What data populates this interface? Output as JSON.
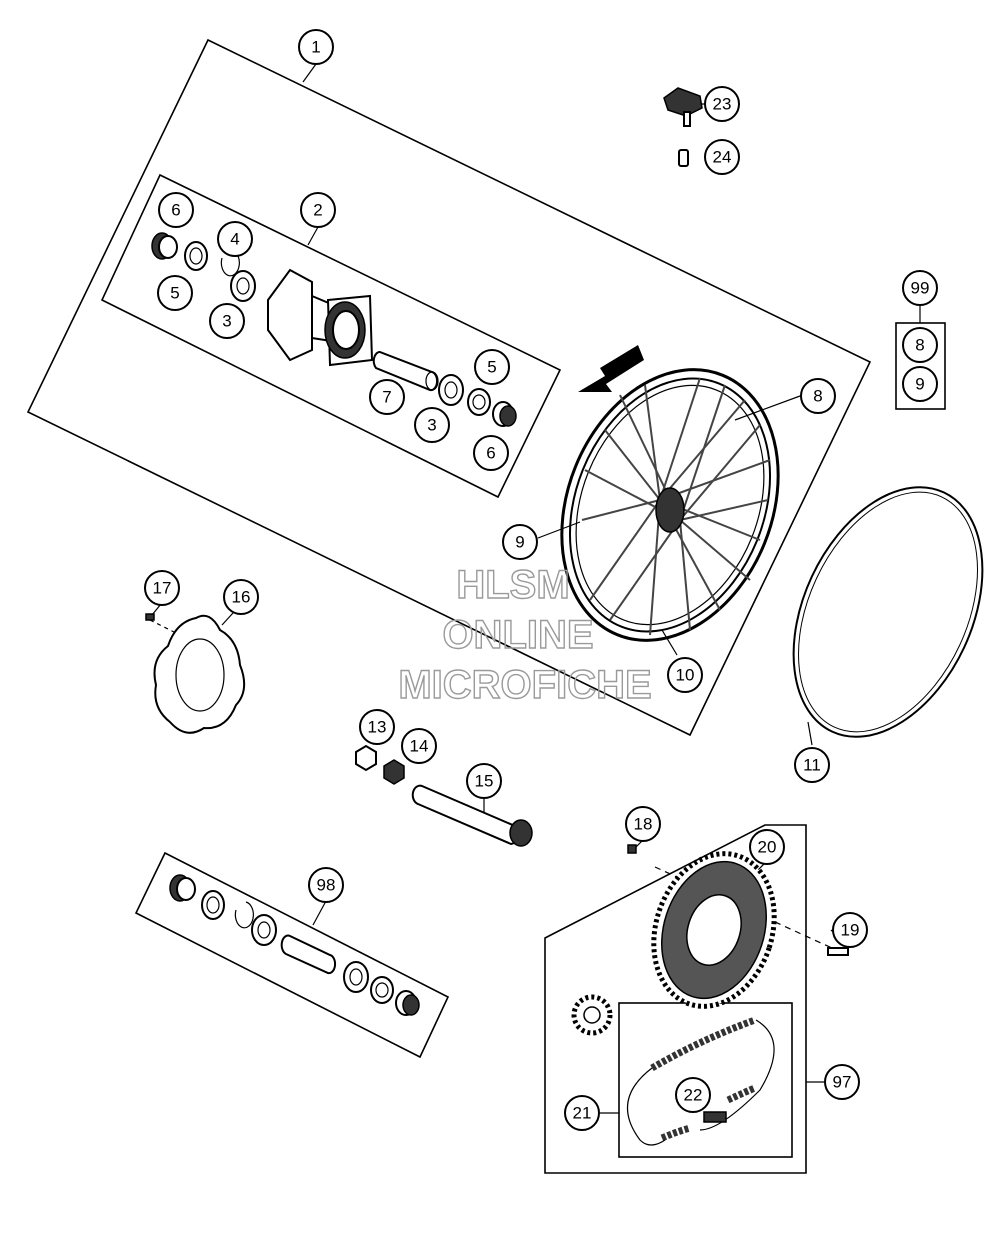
{
  "watermark": {
    "line1": "HLSM",
    "line2": "ONLINE",
    "line3": "MICROFICHE"
  },
  "callouts": [
    {
      "id": "c1",
      "label": "1"
    },
    {
      "id": "c2",
      "label": "2"
    },
    {
      "id": "c3a",
      "label": "3"
    },
    {
      "id": "c3b",
      "label": "3"
    },
    {
      "id": "c4",
      "label": "4"
    },
    {
      "id": "c5a",
      "label": "5"
    },
    {
      "id": "c5b",
      "label": "5"
    },
    {
      "id": "c6a",
      "label": "6"
    },
    {
      "id": "c6b",
      "label": "6"
    },
    {
      "id": "c7",
      "label": "7"
    },
    {
      "id": "c8",
      "label": "8"
    },
    {
      "id": "c9",
      "label": "9"
    },
    {
      "id": "c10",
      "label": "10"
    },
    {
      "id": "c11",
      "label": "11"
    },
    {
      "id": "c13",
      "label": "13"
    },
    {
      "id": "c14",
      "label": "14"
    },
    {
      "id": "c15",
      "label": "15"
    },
    {
      "id": "c16",
      "label": "16"
    },
    {
      "id": "c17",
      "label": "17"
    },
    {
      "id": "c18",
      "label": "18"
    },
    {
      "id": "c19",
      "label": "19"
    },
    {
      "id": "c20",
      "label": "20"
    },
    {
      "id": "c21",
      "label": "21"
    },
    {
      "id": "c22",
      "label": "22"
    },
    {
      "id": "c23",
      "label": "23"
    },
    {
      "id": "c24",
      "label": "24"
    },
    {
      "id": "c97",
      "label": "97"
    },
    {
      "id": "c98",
      "label": "98"
    },
    {
      "id": "c99",
      "label": "99"
    },
    {
      "id": "c99-8",
      "label": "8"
    },
    {
      "id": "c99-9",
      "label": "9"
    }
  ]
}
